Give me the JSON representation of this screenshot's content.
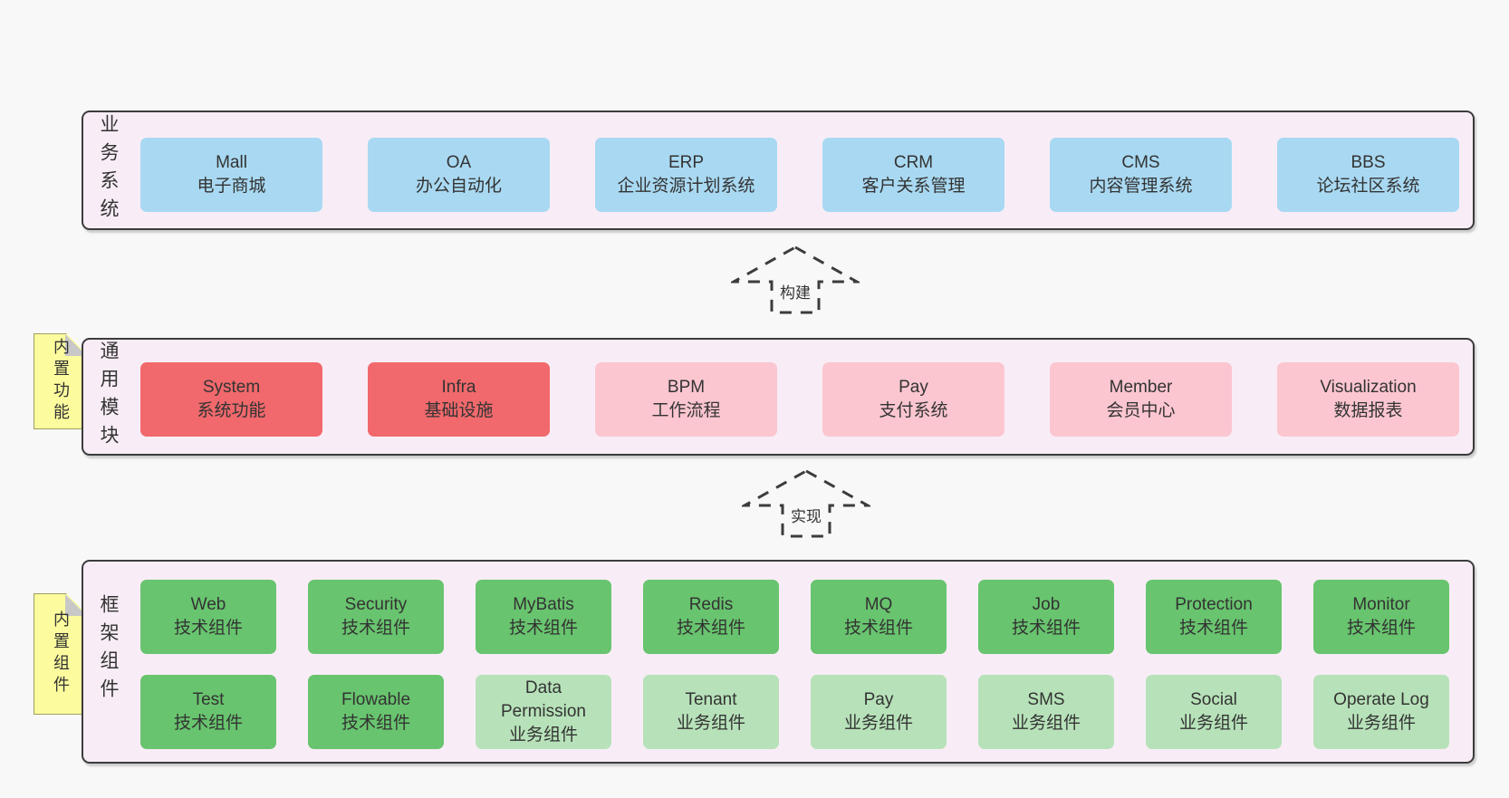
{
  "diagram": {
    "arrows": [
      {
        "label": "构建"
      },
      {
        "label": "实现"
      }
    ],
    "layers": [
      {
        "side_label": "业务系统",
        "boxes": [
          {
            "name": "Mall",
            "desc": "电子商城"
          },
          {
            "name": "OA",
            "desc": "办公自动化"
          },
          {
            "name": "ERP",
            "desc": "企业资源计划系统"
          },
          {
            "name": "CRM",
            "desc": "客户关系管理"
          },
          {
            "name": "CMS",
            "desc": "内容管理系统"
          },
          {
            "name": "BBS",
            "desc": "论坛社区系统"
          }
        ]
      },
      {
        "side_label": "通用模块",
        "note": "内置功能",
        "boxes": [
          {
            "name": "System",
            "desc": "系统功能",
            "variant": "red"
          },
          {
            "name": "Infra",
            "desc": "基础设施",
            "variant": "red"
          },
          {
            "name": "BPM",
            "desc": "工作流程",
            "variant": "pink"
          },
          {
            "name": "Pay",
            "desc": "支付系统",
            "variant": "pink"
          },
          {
            "name": "Member",
            "desc": "会员中心",
            "variant": "pink"
          },
          {
            "name": "Visualization",
            "desc": "数据报表",
            "variant": "pink"
          }
        ]
      },
      {
        "side_label": "框架组件",
        "note": "内置组件",
        "rows": [
          {
            "boxes": [
              {
                "name": "Web",
                "desc": "技术组件",
                "variant": "green"
              },
              {
                "name": "Security",
                "desc": "技术组件",
                "variant": "green"
              },
              {
                "name": "MyBatis",
                "desc": "技术组件",
                "variant": "green"
              },
              {
                "name": "Redis",
                "desc": "技术组件",
                "variant": "green"
              },
              {
                "name": "MQ",
                "desc": "技术组件",
                "variant": "green"
              },
              {
                "name": "Job",
                "desc": "技术组件",
                "variant": "green"
              },
              {
                "name": "Protection",
                "desc": "技术组件",
                "variant": "green"
              },
              {
                "name": "Monitor",
                "desc": "技术组件",
                "variant": "green"
              }
            ]
          },
          {
            "boxes": [
              {
                "name": "Test",
                "desc": "技术组件",
                "variant": "green"
              },
              {
                "name": "Flowable",
                "desc": "技术组件",
                "variant": "green"
              },
              {
                "name": "Data Permission",
                "desc": "业务组件",
                "variant": "lightgreen"
              },
              {
                "name": "Tenant",
                "desc": "业务组件",
                "variant": "lightgreen"
              },
              {
                "name": "Pay",
                "desc": "业务组件",
                "variant": "lightgreen"
              },
              {
                "name": "SMS",
                "desc": "业务组件",
                "variant": "lightgreen"
              },
              {
                "name": "Social",
                "desc": "业务组件",
                "variant": "lightgreen"
              },
              {
                "name": "Operate Log",
                "desc": "业务组件",
                "variant": "lightgreen"
              }
            ]
          }
        ]
      }
    ],
    "colors": {
      "page_bg": "#f8f8f8",
      "layer_bg": "#f8edf6",
      "border": "#3c3c3c",
      "business_box": "#a9d9f2",
      "core_module_box": "#f1696c",
      "extra_module_box": "#fbc6d0",
      "tech_component_box": "#68c46e",
      "biz_component_box": "#b7e2b9",
      "note_bg": "#fcfc9e",
      "text": "#333333"
    }
  }
}
